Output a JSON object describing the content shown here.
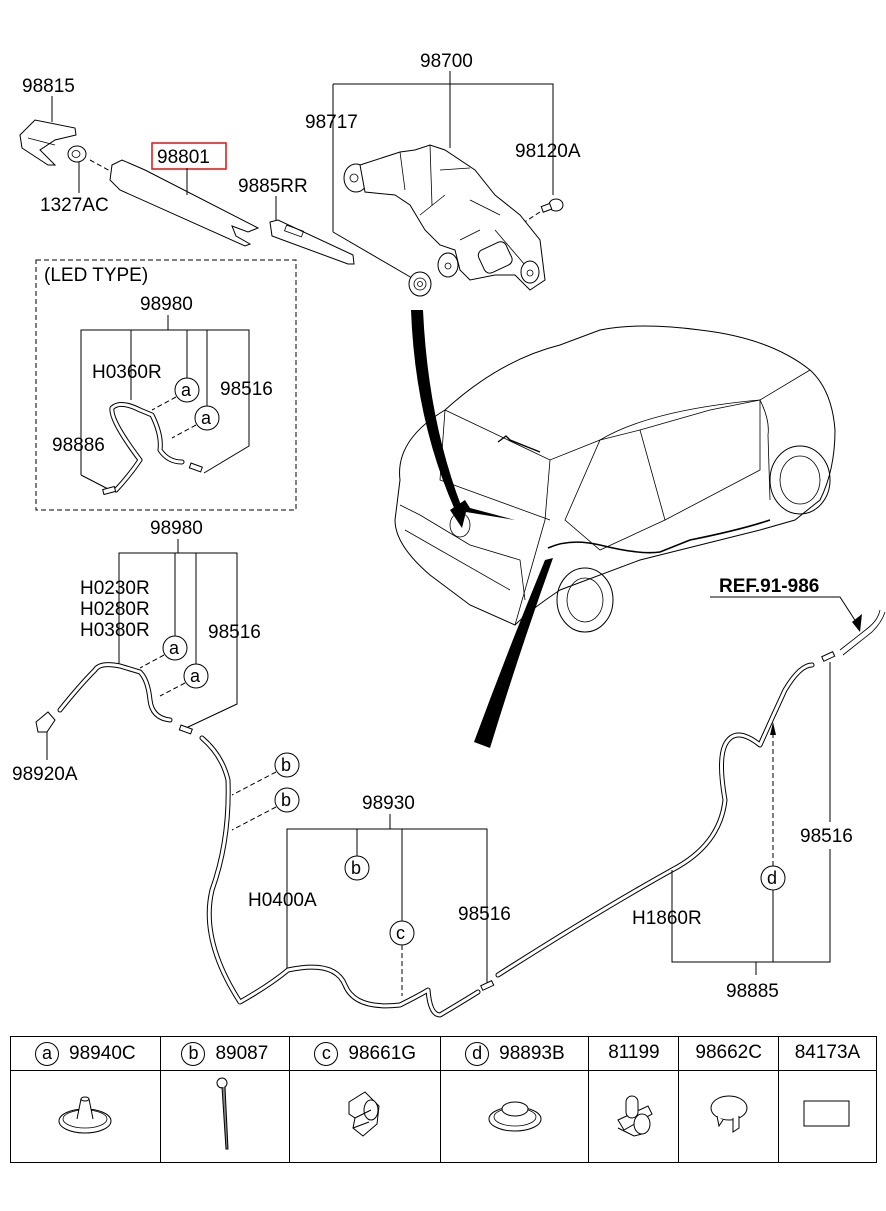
{
  "diagram": {
    "title_parts": {
      "wiper_cap": "98815",
      "nut": "1327AC",
      "wiper_arm": "98801",
      "wiper_blade": "9885RR",
      "motor_assy": "98700",
      "motor_cap": "98717",
      "bolt": "98120A"
    },
    "highlight": {
      "part": "98801",
      "color": "#e02020"
    },
    "led_box": {
      "title": "(LED TYPE)",
      "hose_assy": "98980",
      "hose": "H0360R",
      "check_valve": "98516",
      "nozzle": "98886",
      "clip_letters": [
        "a",
        "a"
      ]
    },
    "rear_hose": {
      "hose_assy": "98980",
      "hoses": [
        "H0230R",
        "H0280R",
        "H0380R"
      ],
      "check_valve": "98516",
      "nozzle": "98920A",
      "clip_letters": [
        "a",
        "a"
      ]
    },
    "tie_letters": [
      "b",
      "b"
    ],
    "mid_hose": {
      "hose_assy": "98930",
      "hose": "H0400A",
      "check_valve": "98516",
      "clip_letters": [
        "b",
        "c"
      ]
    },
    "front_hose": {
      "hose_assy": "98885",
      "hose": "H1860R",
      "check_valve": "98516",
      "clip_letter": "d"
    },
    "reference": "REF.91-986"
  },
  "legend": {
    "columns": [
      {
        "letter": "a",
        "part": "98940C",
        "icon": "grommet-icon"
      },
      {
        "letter": "b",
        "part": "89087",
        "icon": "cable-tie-icon"
      },
      {
        "letter": "c",
        "part": "98661G",
        "icon": "hose-clip-icon"
      },
      {
        "letter": "d",
        "part": "98893B",
        "icon": "plug-icon"
      },
      {
        "letter": "",
        "part": "81199",
        "icon": "clip-icon"
      },
      {
        "letter": "",
        "part": "98662C",
        "icon": "push-pin-icon"
      },
      {
        "letter": "",
        "part": "84173A",
        "icon": "pad-icon"
      }
    ]
  }
}
